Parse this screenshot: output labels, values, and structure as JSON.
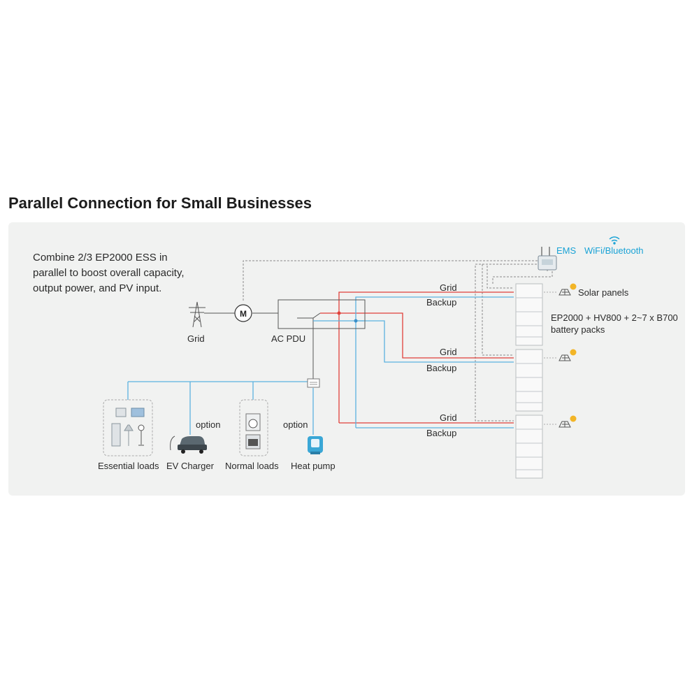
{
  "title": "Parallel Connection for Small Businesses",
  "description": "Combine 2/3 EP2000 ESS in parallel to boost overall capacity, output power, and PV input.",
  "labels": {
    "grid_source": "Grid",
    "meter": "M",
    "ac_pdu": "AC PDU",
    "ems": "EMS",
    "wifi": "WiFi/Bluetooth",
    "solar_panels": "Solar panels",
    "battery_desc_1": "EP2000 + HV800 + 2~7 x B700",
    "battery_desc_2": "battery packs",
    "unit1_grid": "Grid",
    "unit1_backup": "Backup",
    "unit2_grid": "Grid",
    "unit2_backup": "Backup",
    "unit3_grid": "Grid",
    "unit3_backup": "Backup",
    "essential_loads": "Essential loads",
    "ev_charger": "EV Charger",
    "normal_loads": "Normal loads",
    "heat_pump": "Heat pump",
    "option_ev": "option",
    "option_heat": "option"
  },
  "colors": {
    "grid_line": "#e0403a",
    "backup_line": "#5bb2e0",
    "dashed_line": "#8a8a8a",
    "accent_blue": "#1aa3d6",
    "sun": "#f2b527"
  },
  "icons": [
    "pylon-icon",
    "meter-icon",
    "ems-icon",
    "wifi-icon",
    "solar-panel-icon",
    "sun-icon",
    "battery-stack-icon",
    "appliance-icon",
    "car-icon",
    "washer-icon",
    "heat-pump-icon",
    "breaker-icon"
  ]
}
